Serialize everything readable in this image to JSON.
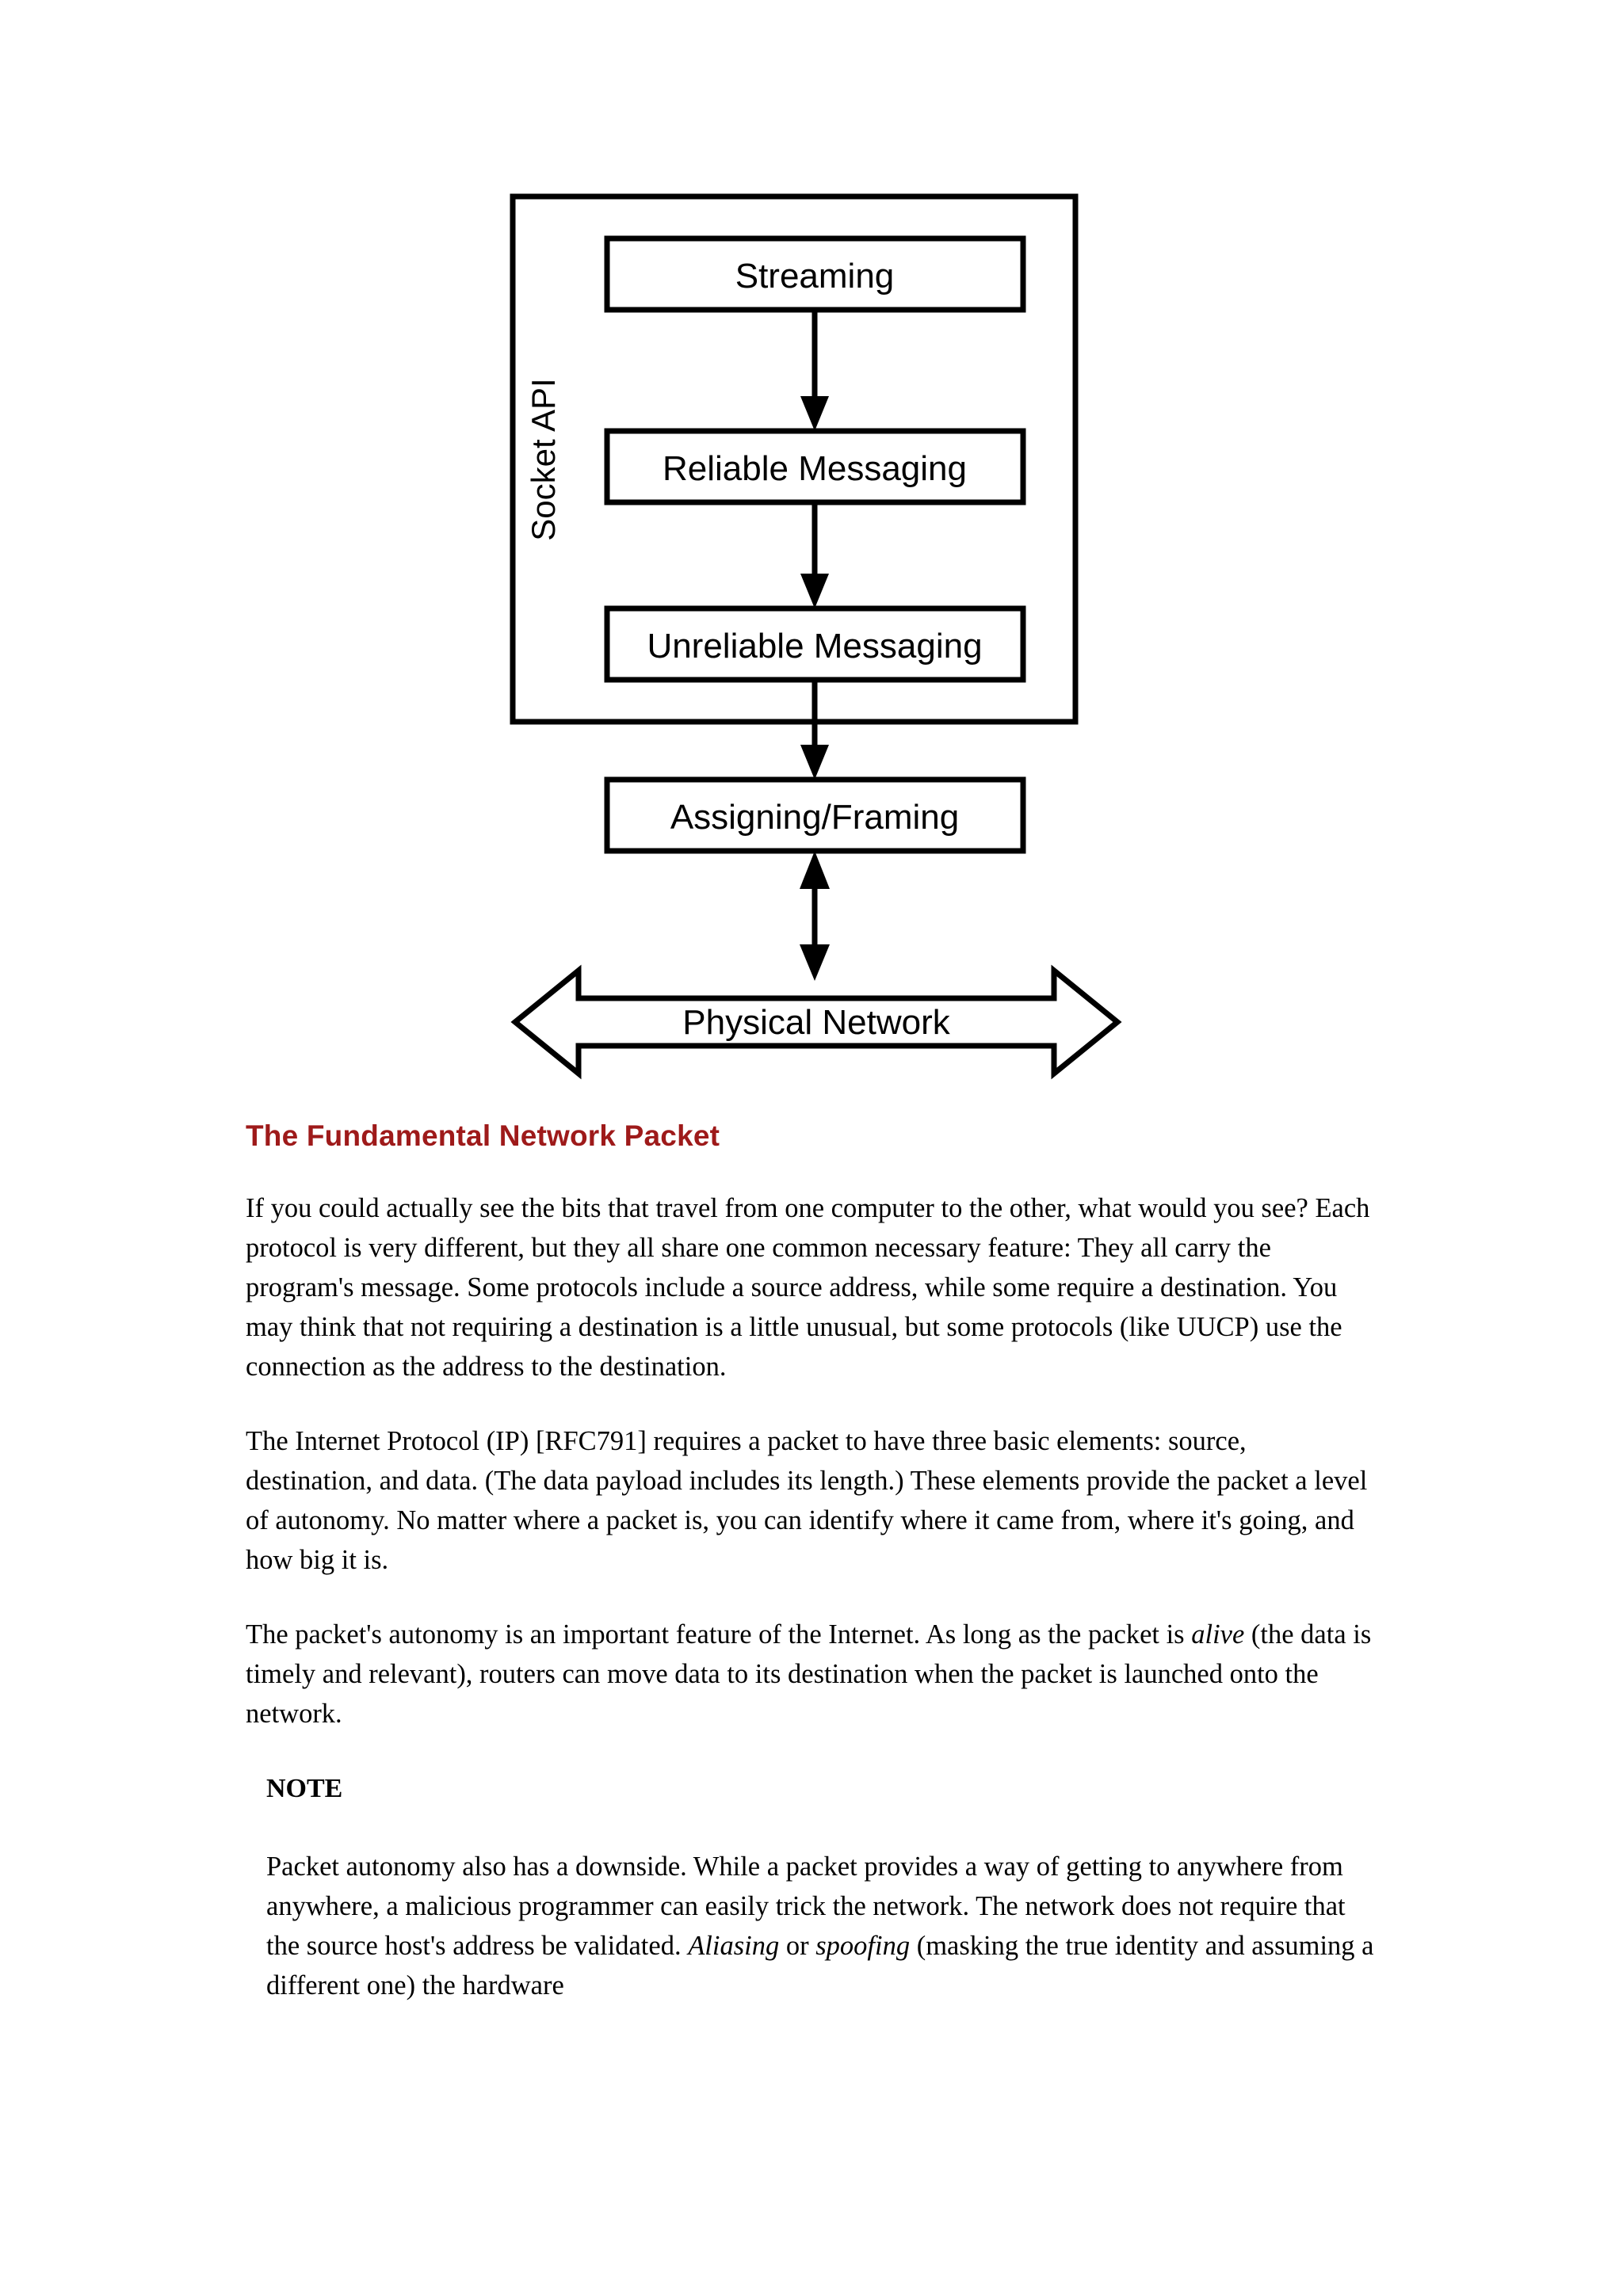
{
  "diagram": {
    "name": "network-protocol-stack-diagram",
    "outer_box_label": "Socket API",
    "boxes": [
      {
        "id": "streaming",
        "label": "Streaming"
      },
      {
        "id": "reliable-messaging",
        "label": "Reliable Messaging"
      },
      {
        "id": "unreliable-messaging",
        "label": "Unreliable Messaging"
      },
      {
        "id": "assigning-framing",
        "label": "Assigning/Framing"
      }
    ],
    "network_arrow_label": "Physical Network",
    "stroke_color": "#000000",
    "fill_color": "#ffffff"
  },
  "content": {
    "heading": "The Fundamental Network Packet",
    "heading_color": "#9E1A1A",
    "paragraphs": [
      "If you could actually see the bits that travel from one computer to the other, what would you see? Each protocol is very different, but they all share one common necessary feature: They all carry the program's message. Some protocols include a source address, while some require a destination. You may think that not requiring a destination is a little unusual, but some protocols (like UUCP) use the connection as the address to the destination.",
      "The Internet Protocol (IP) [RFC791] requires a packet to have three basic elements: source, destination, and data. (The data payload includes its length.) These elements provide the packet a level of autonomy. No matter where a packet is, you can identify where it came from, where it's going, and how big it is."
    ],
    "paragraph_three": {
      "part1": "The packet's autonomy is an important feature of the Internet. As long as the packet is ",
      "emphasis": "alive",
      "part2": " (the data is timely and relevant), routers can move data to its destination when the packet is launched onto the network."
    },
    "note": {
      "label": "NOTE",
      "part1": "Packet autonomy also has a downside. While a packet provides a way of getting to anywhere from anywhere, a malicious programmer can easily trick the network. The network does not require that the source host's address be validated. ",
      "emphasis1": "Aliasing",
      "part2": " or ",
      "emphasis2": "spoofing",
      "part3": " (masking the true identity and assuming a different one) the hardware"
    }
  }
}
